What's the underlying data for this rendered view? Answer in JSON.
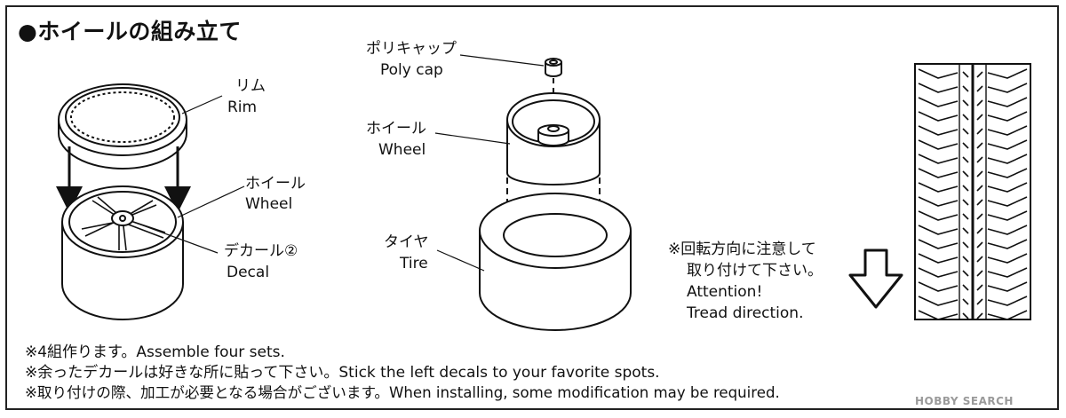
{
  "title": "●ホイールの組み立て",
  "labels": {
    "rim_jp": "リム",
    "rim_en": "Rim",
    "wheel_left_jp": "ホイール",
    "wheel_left_en": "Wheel",
    "decal_jp": "デカール②",
    "decal_en": "Decal",
    "polycap_jp": "ポリキャップ",
    "polycap_en": "Poly cap",
    "wheel_center_jp": "ホイール",
    "wheel_center_en": "Wheel",
    "tire_jp": "タイヤ",
    "tire_en": "Tire"
  },
  "attention": {
    "line1": "※回転方向に注意して",
    "line2": "取り付けて下さい。",
    "line3": "Attention!",
    "line4": "Tread direction."
  },
  "notes": [
    "※4組作ります。Assemble four sets.",
    "※余ったデカールは好きな所に貼って下さい。Stick the left decals to your favorite spots.",
    "※取り付けの際、加工が必要となる場合がございます。When installing, some modification may be required."
  ],
  "watermark": "HOBBY SEARCH",
  "colors": {
    "line": "#111111",
    "watermark": "#9a9a9a"
  }
}
